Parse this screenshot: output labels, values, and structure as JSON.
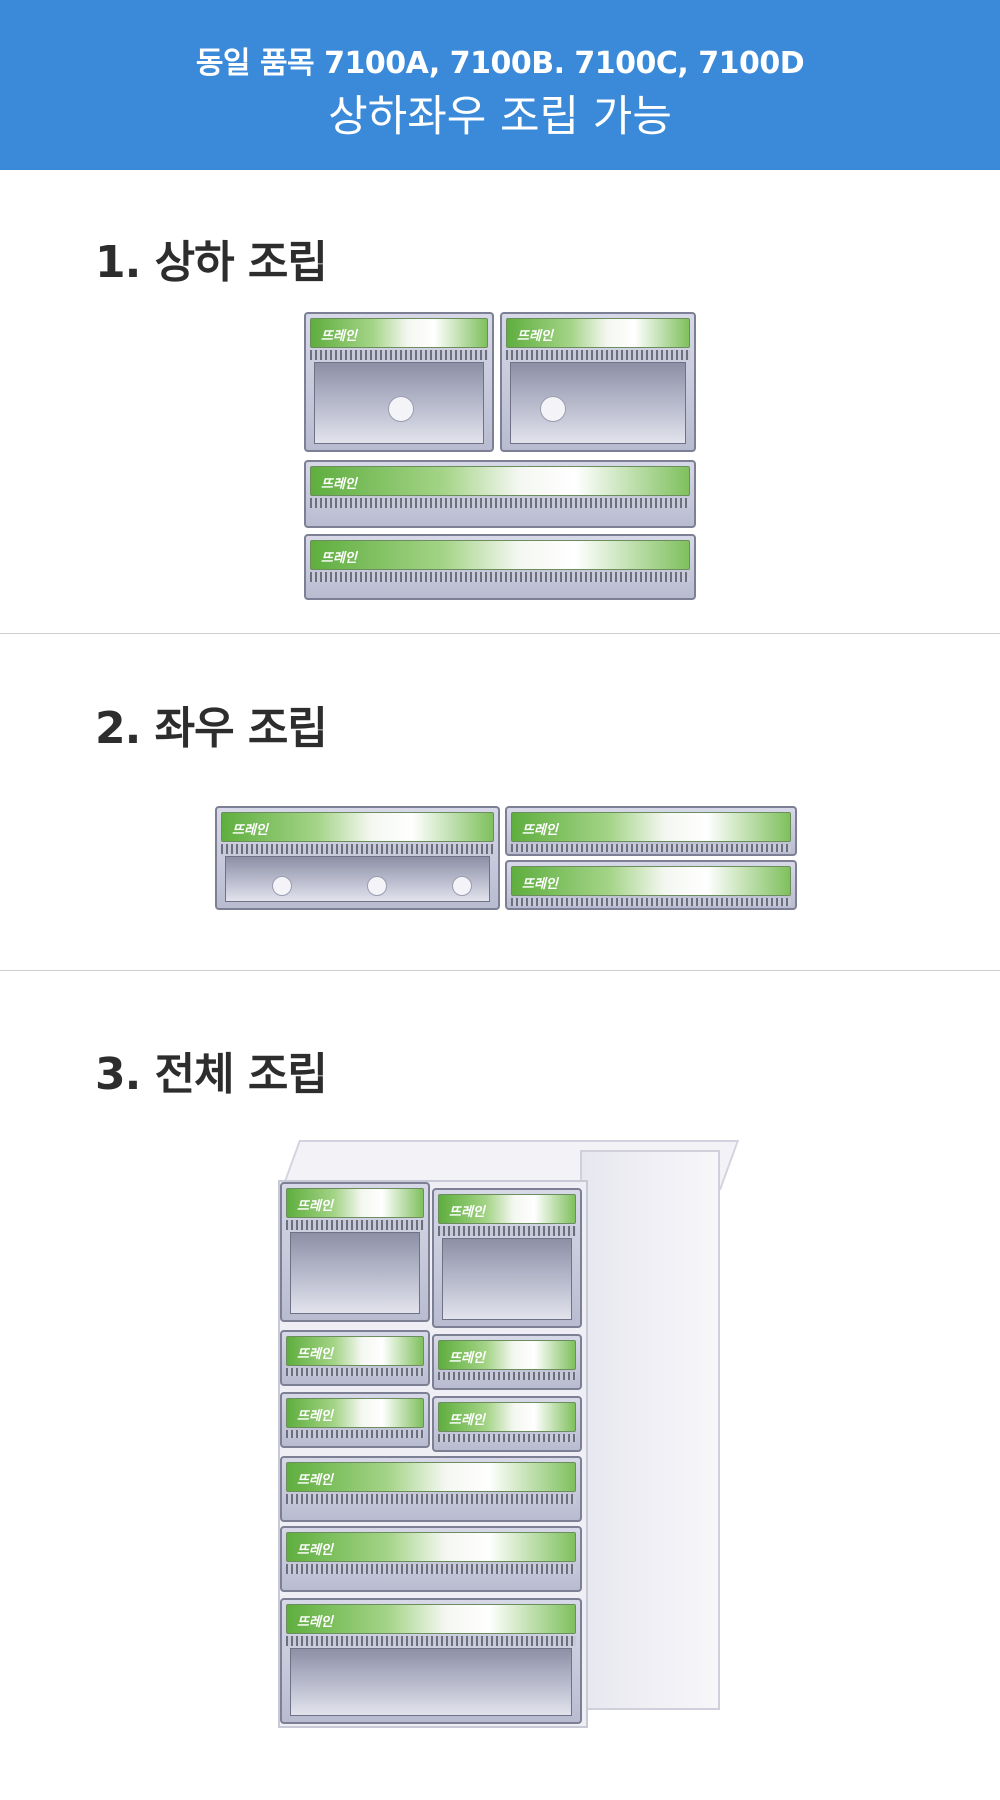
{
  "banner": {
    "line1": "동일 품목 7100A, 7100B. 7100C, 7100D",
    "line2": "상하좌우 조립 가능"
  },
  "sections": [
    {
      "title": "1. 상하 조립"
    },
    {
      "title": "2. 좌우 조립"
    },
    {
      "title": "3. 전체 조립"
    }
  ],
  "colors": {
    "banner": "#3b8ad9",
    "label_green": "#5fae3f",
    "drawer_body": "#c4c6d8"
  }
}
